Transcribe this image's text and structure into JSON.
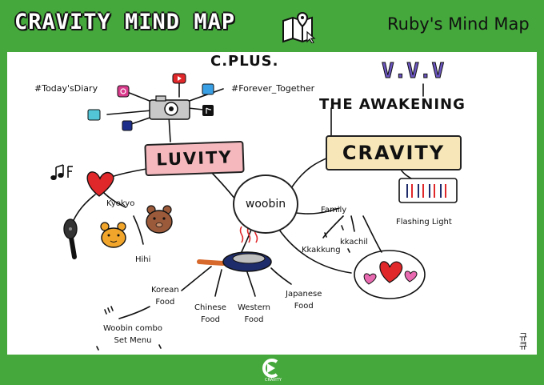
{
  "header": {
    "title": "CRAVITY MIND MAP",
    "right_title": "Ruby's Mind Map",
    "icon": "map-pin-icon"
  },
  "map": {
    "center": "woobin",
    "luvity": {
      "label": "LUVITY",
      "brand": "C.PLUS.",
      "hashtags": [
        "#Today'sDiary",
        "#Forever_Together"
      ],
      "kyokyo": "Kyokyo",
      "hihi": "Hihi"
    },
    "cravity": {
      "label": "CRAVITY",
      "album_1": "V.V.V",
      "album_2": "THE AWAKENING",
      "family": "Family",
      "kkakkung": "Kkakkung",
      "kkachil": "kkachil",
      "lightstick": "Flashing Light"
    },
    "food": {
      "korean": [
        "Korean",
        "Food"
      ],
      "chinese": [
        "Chinese",
        "Food"
      ],
      "western": [
        "Western",
        "Food"
      ],
      "japanese": [
        "Japanese",
        "Food"
      ],
      "combo": [
        "Woobin combo",
        "Set Menu"
      ]
    },
    "signature": "규큐"
  },
  "footer": {
    "logo_text": "CRAVITY"
  },
  "colors": {
    "background": "#45a83c",
    "luvity_banner": "#f4b8bd",
    "cravity_banner": "#f7e7b8",
    "heart": "#e0272a",
    "album_text": "#6b55c0"
  }
}
